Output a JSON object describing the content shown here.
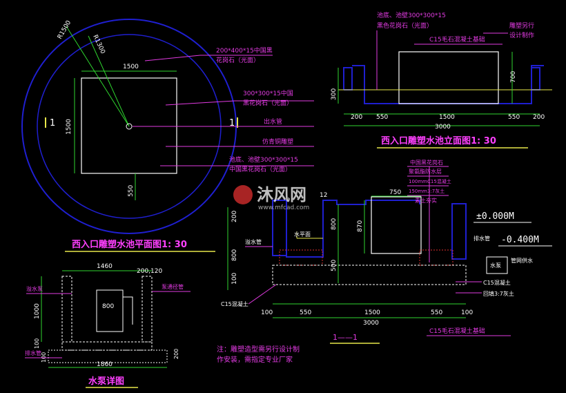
{
  "plan": {
    "title": "西入口雕塑水池平面图1: 30",
    "r1": "R1500",
    "r2": "R1300",
    "dim_width": "1500",
    "dim_height": "1500",
    "dim_bottom": "550",
    "section_left": "1",
    "section_right": "1",
    "callout1_line1": "200*400*15中国黑",
    "callout1_line2": "花岗石（光面）",
    "callout2_line1": "300*300*15中国",
    "callout2_line2": "黑花岗石（光面）",
    "callout3": "出水管",
    "callout4": "仿青铜雕塑",
    "callout5_line1": "池底、池壁300*300*15",
    "callout5_line2": "中国黑花岗石（光面）"
  },
  "elevation": {
    "title": "西入口雕塑水池立面图1: 30",
    "note_line1": "池底、池壁300*300*15",
    "note_line2": "黑色花岗石（光面）",
    "note_right1": "雕塑另行",
    "note_right2": "设计制作",
    "note_base": "C15毛石混凝土基础",
    "dims_bottom": [
      "200",
      "550",
      "1500",
      "550",
      "200"
    ],
    "dim_total": "3000",
    "dim_left": "300",
    "dim_right": "700"
  },
  "section": {
    "title": "1——1",
    "notes": [
      "中国黑花岗石",
      "聚氨酯防水层",
      "100mmC15混凝土",
      "150mm3:7灰土",
      "素土夯实"
    ],
    "top_dims": [
      "12",
      "750"
    ],
    "label_water_level": "水平面",
    "label_overflow": "溢水管",
    "label_c15": "C15混凝土",
    "left_dims": [
      "200",
      "800",
      "100"
    ],
    "mid_dims": [
      "800",
      "500",
      "870"
    ],
    "elev_top": "±0.000M",
    "elev_bottom": "-0.400M",
    "label_drain": "排水管",
    "label_pump": "水泵",
    "label_supply": "管网供水",
    "label_c15_right": "C15混凝土",
    "label_backfill": "回填3:7灰土",
    "dims_bottom": [
      "100",
      "550",
      "1500",
      "550",
      "100"
    ],
    "dim_total": "3000",
    "label_base": "C15毛石混凝土基础"
  },
  "pump": {
    "title": "水泵详图",
    "dim_top": "1460",
    "dim_top_right": "200,120",
    "dim_inner": "800",
    "dim_height": "1000",
    "dim_bottom": "1860",
    "dim_side1": "100",
    "dim_side2": "200",
    "dim_side3": "100",
    "label_overflow_pump": "溢水泵",
    "label_drain": "排水管",
    "label_pipe": "泵通径管"
  },
  "note": {
    "line1": "注：雕塑造型需另行设计制",
    "line2": "作安装，需指定专业厂家"
  },
  "watermark": {
    "brand": "沐风网",
    "url": "www.mfcad.com"
  },
  "colors": {
    "bg": "#000000",
    "blue": "#1f1fd0",
    "white": "#ffffff",
    "green": "#2fd62f",
    "magenta": "#e23be2",
    "yellow": "#e8e84a",
    "cyan": "#2ad0d0",
    "red": "#e03030",
    "title": "#ff40ff"
  }
}
